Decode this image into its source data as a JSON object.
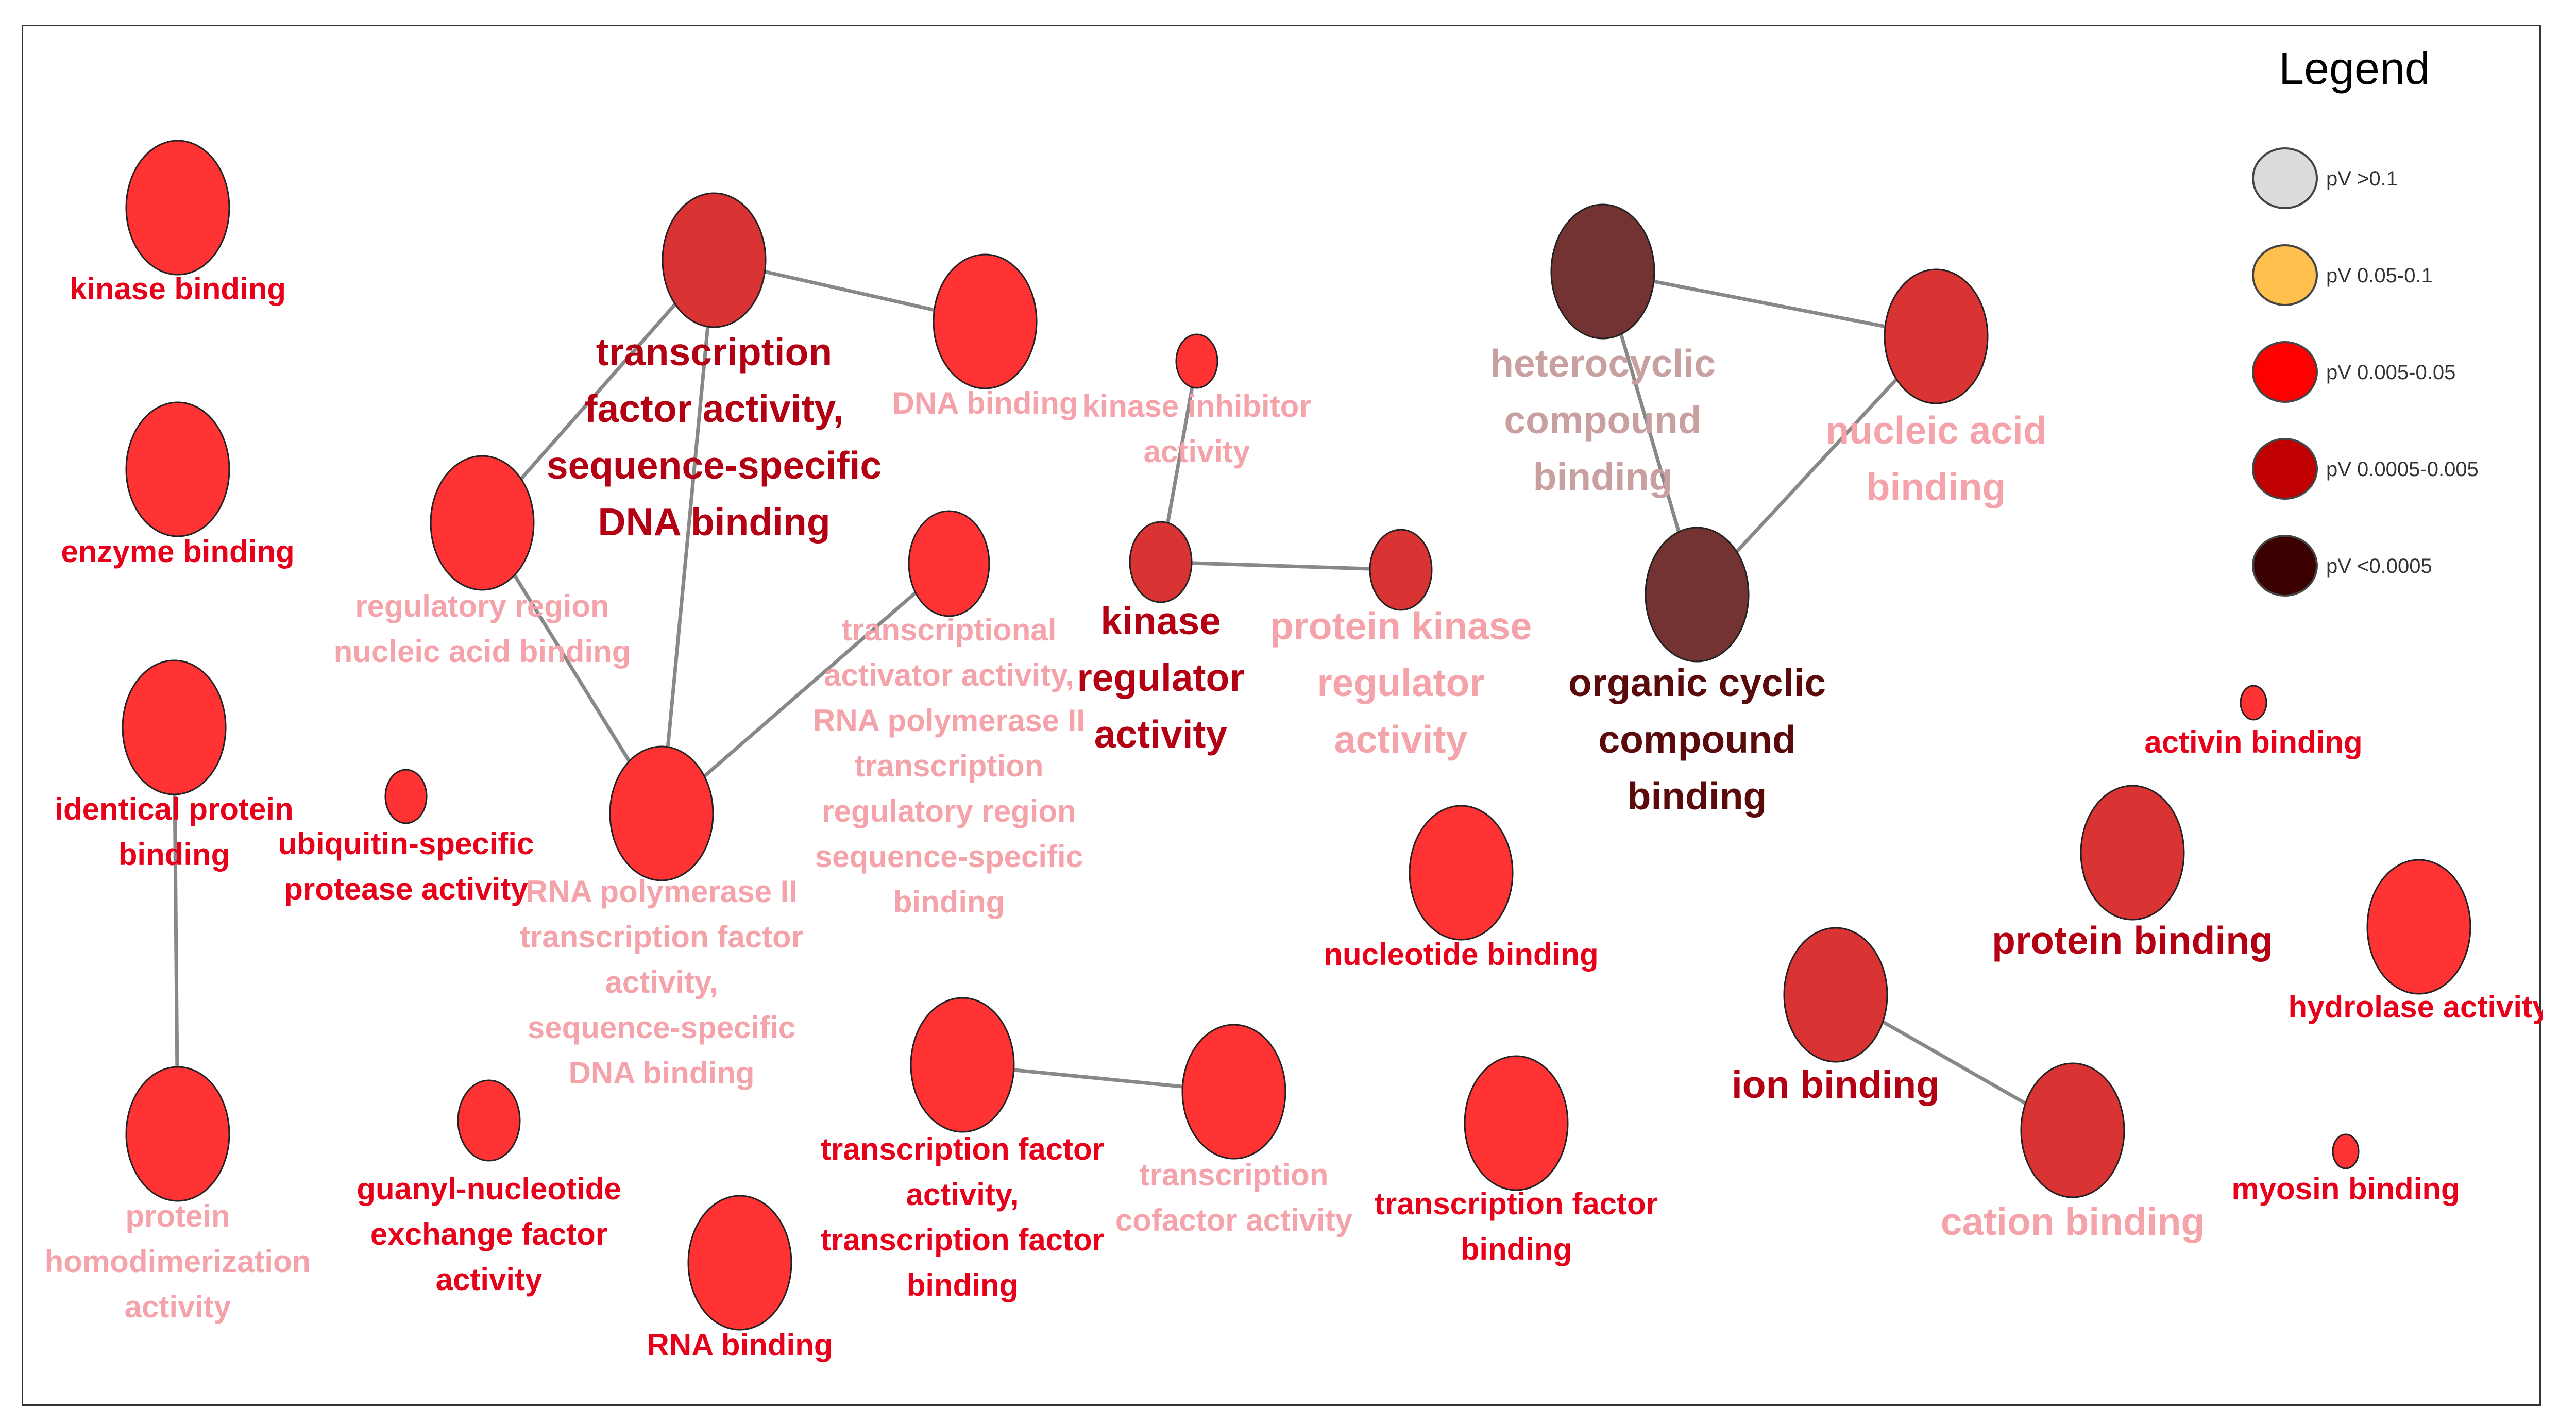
{
  "legend": {
    "title": "Legend",
    "items": [
      {
        "label": "pV >0.1",
        "color": "#dcdcdc"
      },
      {
        "label": "pV 0.05-0.1",
        "color": "#ffc04d"
      },
      {
        "label": "pV 0.005-0.05",
        "color": "#ff0000"
      },
      {
        "label": "pV 0.0005-0.005",
        "color": "#c00000"
      },
      {
        "label": "pV <0.0005",
        "color": "#3d0000"
      }
    ]
  },
  "colors": {
    "node_bright": "#ff3333",
    "node_medium": "#d93333",
    "node_dark": "#733333",
    "label_red": "#e8001b",
    "label_darkred": "#b30012",
    "label_maroon": "#5a0a0a",
    "label_pink": "#f3a3a9",
    "label_mauve": "#c9a0a0",
    "edge": "#888888"
  },
  "nodes": [
    {
      "id": "kinase-binding",
      "lines": [
        "kinase binding"
      ]
    },
    {
      "id": "enzyme-binding",
      "lines": [
        "enzyme binding"
      ]
    },
    {
      "id": "identical-protein-binding",
      "lines": [
        "identical protein",
        "binding"
      ]
    },
    {
      "id": "protein-homodimerization-activity",
      "lines": [
        "protein",
        "homodimerization",
        "activity"
      ]
    },
    {
      "id": "ubiquitin-specific-protease-activity",
      "lines": [
        "ubiquitin-specific",
        "protease activity"
      ]
    },
    {
      "id": "guanyl-nucleotide-exchange-factor-activity",
      "lines": [
        "guanyl-nucleotide",
        "exchange factor",
        "activity"
      ]
    },
    {
      "id": "transcription-factor-activity-sequence-specific-dna-binding",
      "lines": [
        "transcription",
        "factor activity,",
        "sequence-specific",
        "DNA binding"
      ]
    },
    {
      "id": "dna-binding",
      "lines": [
        "DNA binding"
      ]
    },
    {
      "id": "regulatory-region-nucleic-acid-binding",
      "lines": [
        "regulatory region",
        "nucleic acid binding"
      ]
    },
    {
      "id": "rna-polymerase-ii-transcription-factor-activity",
      "lines": [
        "RNA polymerase II",
        "transcription factor",
        "activity,",
        "sequence-specific",
        "DNA binding"
      ]
    },
    {
      "id": "transcriptional-activator-activity",
      "lines": [
        "transcriptional",
        "activator activity,",
        "RNA polymerase II",
        "transcription",
        "regulatory region",
        "sequence-specific",
        "binding"
      ]
    },
    {
      "id": "rna-binding",
      "lines": [
        "RNA binding"
      ]
    },
    {
      "id": "kinase-inhibitor-activity",
      "lines": [
        "kinase inhibitor",
        "activity"
      ]
    },
    {
      "id": "kinase-regulator-activity",
      "lines": [
        "kinase",
        "regulator",
        "activity"
      ]
    },
    {
      "id": "protein-kinase-regulator-activity",
      "lines": [
        "protein kinase",
        "regulator",
        "activity"
      ]
    },
    {
      "id": "transcription-factor-activity-transcription-factor-binding",
      "lines": [
        "transcription factor",
        "activity,",
        "transcription factor",
        "binding"
      ]
    },
    {
      "id": "transcription-cofactor-activity",
      "lines": [
        "transcription",
        "cofactor activity"
      ]
    },
    {
      "id": "nucleotide-binding",
      "lines": [
        "nucleotide binding"
      ]
    },
    {
      "id": "transcription-factor-binding",
      "lines": [
        "transcription factor",
        "binding"
      ]
    },
    {
      "id": "heterocyclic-compound-binding",
      "lines": [
        "heterocyclic",
        "compound",
        "binding"
      ]
    },
    {
      "id": "nucleic-acid-binding",
      "lines": [
        "nucleic acid",
        "binding"
      ]
    },
    {
      "id": "organic-cyclic-compound-binding",
      "lines": [
        "organic cyclic",
        "compound",
        "binding"
      ]
    },
    {
      "id": "activin-binding",
      "lines": [
        "activin binding"
      ]
    },
    {
      "id": "protein-binding",
      "lines": [
        "protein binding"
      ]
    },
    {
      "id": "hydrolase-activity",
      "lines": [
        "hydrolase activity"
      ]
    },
    {
      "id": "ion-binding",
      "lines": [
        "ion binding"
      ]
    },
    {
      "id": "cation-binding",
      "lines": [
        "cation binding"
      ]
    },
    {
      "id": "myosin-binding",
      "lines": [
        "myosin binding"
      ]
    }
  ],
  "edges": [
    [
      "identical-protein-binding",
      "protein-homodimerization-activity"
    ],
    [
      "transcription-factor-activity-sequence-specific-dna-binding",
      "dna-binding"
    ],
    [
      "transcription-factor-activity-sequence-specific-dna-binding",
      "regulatory-region-nucleic-acid-binding"
    ],
    [
      "transcription-factor-activity-sequence-specific-dna-binding",
      "rna-polymerase-ii-transcription-factor-activity"
    ],
    [
      "regulatory-region-nucleic-acid-binding",
      "rna-polymerase-ii-transcription-factor-activity"
    ],
    [
      "rna-polymerase-ii-transcription-factor-activity",
      "transcriptional-activator-activity"
    ],
    [
      "kinase-inhibitor-activity",
      "kinase-regulator-activity"
    ],
    [
      "kinase-regulator-activity",
      "protein-kinase-regulator-activity"
    ],
    [
      "transcription-factor-activity-transcription-factor-binding",
      "transcription-cofactor-activity"
    ],
    [
      "heterocyclic-compound-binding",
      "nucleic-acid-binding"
    ],
    [
      "heterocyclic-compound-binding",
      "organic-cyclic-compound-binding"
    ],
    [
      "nucleic-acid-binding",
      "organic-cyclic-compound-binding"
    ],
    [
      "ion-binding",
      "cation-binding"
    ]
  ]
}
